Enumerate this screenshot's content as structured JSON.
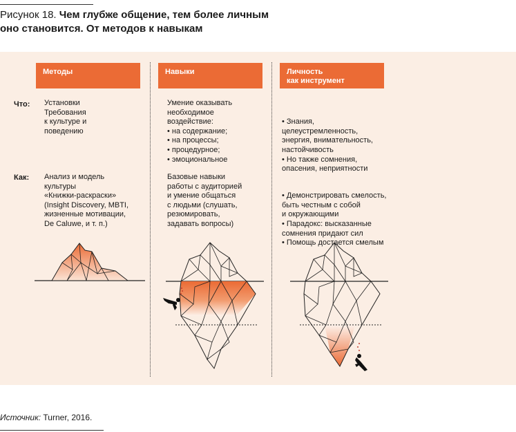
{
  "caption": {
    "prefix": "Рисунок 18.",
    "title_line1": "Чем глубже общение, тем более личным",
    "title_line2": "оно становится. От методов к навыкам"
  },
  "row_labels": {
    "what": "Что:",
    "how": "Как:"
  },
  "columns": [
    {
      "header": [
        "Методы"
      ],
      "what": [
        "Установки",
        "Требования",
        "к культуре и",
        "поведению"
      ],
      "how": [
        "Анализ и модель",
        "культуры",
        "«Книжки-раскраски»",
        "(Insight Discovery, MBTI,",
        "жизненные мотивации,",
        "De Caluwe, и т. п.)"
      ]
    },
    {
      "header": [
        "Навыки"
      ],
      "what": [
        "Умение оказывать",
        "необходимое",
        "воздействие:",
        "• на содержание;",
        "• на процессы;",
        "• процедурное;",
        "• эмоциональное"
      ],
      "how": [
        "Базовые навыки",
        "работы с аудиторией",
        "и умение общаться",
        "с людьми (слушать,",
        "резюмировать,",
        "задавать вопросы)"
      ]
    },
    {
      "header": [
        "Личность",
        "как инструмент"
      ],
      "what": [
        "• Знания,",
        "  целеустремленность,",
        "  энергия, внимательность,",
        "  настойчивость",
        "• Но также сомнения,",
        "  опасения, неприятности"
      ],
      "how": [
        "• Демонстрировать смелость,",
        "  быть честным с собой",
        "  и окружающими",
        "• Парадокс: высказанные",
        "  сомнения придают сил",
        "• Помощь достается смелым"
      ]
    }
  ],
  "source": {
    "label": "Источник:",
    "text": " Turner, 2016."
  },
  "colors": {
    "accent": "#eb6b35",
    "panel": "#fbeee4"
  }
}
